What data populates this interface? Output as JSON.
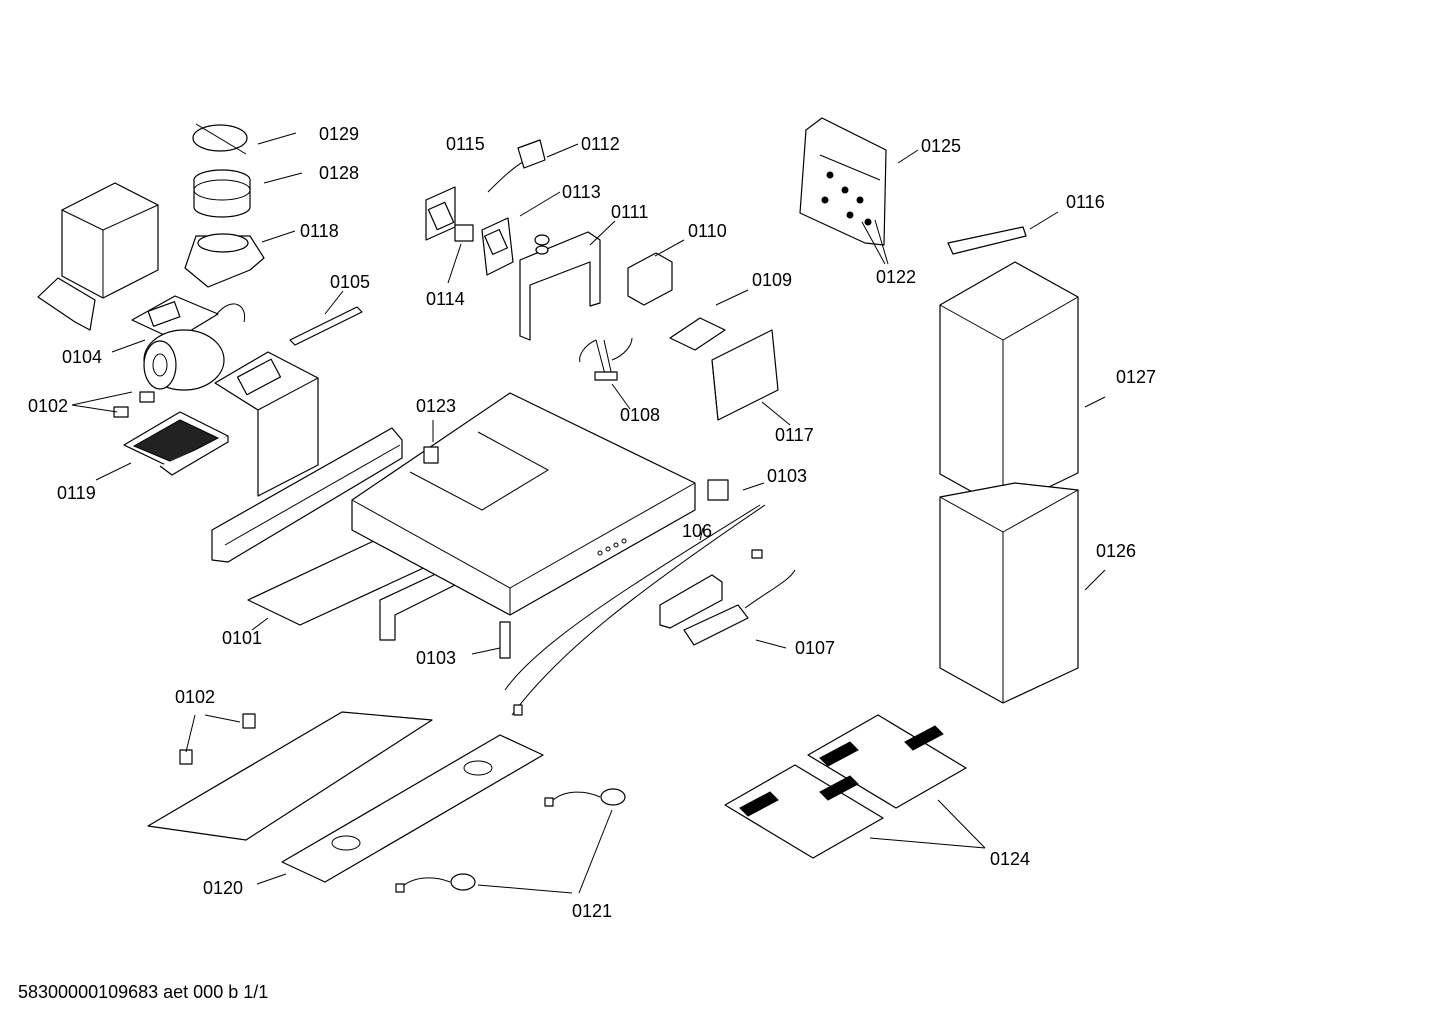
{
  "callouts": {
    "c0129": "0129",
    "c0128": "0128",
    "c0118": "0118",
    "c0105": "0105",
    "c0104": "0104",
    "c0102a": "0102",
    "c0119": "0119",
    "c0115": "0115",
    "c0112": "0112",
    "c0113": "0113",
    "c0111": "0111",
    "c0110": "0110",
    "c0114": "0114",
    "c0109": "0109",
    "c0108": "0108",
    "c0117": "0117",
    "c0123": "0123",
    "c0125": "0125",
    "c0116": "0116",
    "c0122": "0122",
    "c0127": "0127",
    "c0126": "0126",
    "c0103a": "0103",
    "c106": "106",
    "c0101": "0101",
    "c0103b": "0103",
    "c0107": "0107",
    "c0102b": "0102",
    "c0120": "0120",
    "c0121": "0121",
    "c0124": "0124"
  },
  "footer": "58300000109683 aet 000 b 1/1"
}
